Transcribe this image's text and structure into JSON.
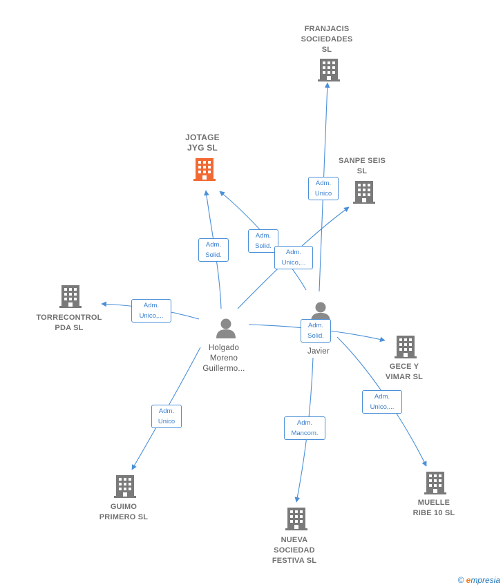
{
  "colors": {
    "edge": "#4a8fd8",
    "company_icon": "#7a7a7a",
    "company_highlight": "#f26a33",
    "person_icon": "#8a8a8a"
  },
  "companies": {
    "franjacis": {
      "label": [
        "FRANJACIS",
        "SOCIEDADES",
        "SL"
      ],
      "icon": "building-icon"
    },
    "jotage": {
      "label": [
        "JOTAGE",
        "JYG  SL"
      ],
      "icon": "building-icon",
      "highlight": true
    },
    "sanpe": {
      "label": [
        "SANPE SEIS",
        "SL"
      ],
      "icon": "building-icon"
    },
    "torrecontrol": {
      "label": [
        "TORRECONTROL",
        "PDA  SL"
      ],
      "icon": "building-icon"
    },
    "gece": {
      "label": [
        "GECE Y",
        "VIMAR  SL"
      ],
      "icon": "building-icon"
    },
    "guimo": {
      "label": [
        "GUIMO",
        "PRIMERO  SL"
      ],
      "icon": "building-icon"
    },
    "nueva": {
      "label": [
        "NUEVA",
        "SOCIEDAD",
        "FESTIVA SL"
      ],
      "icon": "building-icon"
    },
    "muelle": {
      "label": [
        "MUELLE",
        "RIBE 10  SL"
      ],
      "icon": "building-icon"
    }
  },
  "persons": {
    "holgado": {
      "label": [
        "Holgado",
        "Moreno",
        "Guillermo..."
      ],
      "icon": "person-icon"
    },
    "javier": {
      "label": [
        "Javier"
      ],
      "icon": "person-icon"
    }
  },
  "edges": {
    "franjacis": [
      "Adm.",
      "Unico"
    ],
    "jotage_solid_a": [
      "Adm.",
      "Solid."
    ],
    "jotage_solid_b": [
      "Adm.",
      "Solid."
    ],
    "sanpe": [
      "Adm.",
      "Unico,..."
    ],
    "torrecontrol": [
      "Adm.",
      "Unico,..."
    ],
    "gece_solid": [
      "Adm.",
      "Solid."
    ],
    "muelle": [
      "Adm.",
      "Unico,..."
    ],
    "guimo": [
      "Adm.",
      "Unico"
    ],
    "nueva": [
      "Adm.",
      "Mancom."
    ]
  },
  "brand": {
    "copyright": "©",
    "initial": "e",
    "name": "mpresia"
  }
}
